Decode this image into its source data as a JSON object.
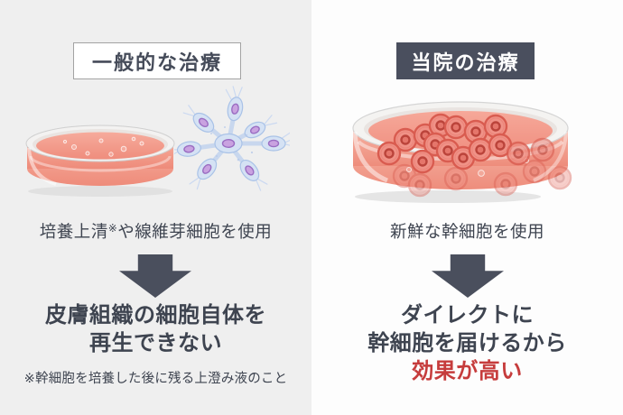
{
  "colors": {
    "panel_left_bg": "#efefef",
    "panel_right_bg": "#fdfdfd",
    "title_dark_bg": "#4a4f5e",
    "title_light_border": "#a3a3a3",
    "text_dark_slate": "#3e4450",
    "arrow_dark": "#4a4f5d",
    "highlight_red": "#c63c3c",
    "culture_liquid_pink": "#f29a8b",
    "stem_cell_red": "#d95c50",
    "fibroblast_blue": "#bcd0ee",
    "fibroblast_nucleus_purple": "#c9a2e0"
  },
  "left_panel": {
    "title": "一般的な治療",
    "usage": {
      "before_mark": "培養上清",
      "mark": "※",
      "after_mark": "や線維芽細胞を使用"
    },
    "result_line1": "皮膚組織の細胞自体を",
    "result_line2": "再生できない",
    "footnote": "※幹細胞を培養した後に残る上澄み液のこと"
  },
  "right_panel": {
    "title": "当院の治療",
    "usage": "新鮮な幹細胞を使用",
    "result_line1": "ダイレクトに",
    "result_line2": "幹細胞を届けるから",
    "result_highlight": "効果が高い"
  },
  "icons": {
    "down_arrow": "solid-down-arrow",
    "left_dish": "petri-dish-with-culture-supernatant",
    "fibroblast": "fibroblast-cell-cluster",
    "right_dish": "petri-dish-with-stem-cells"
  }
}
